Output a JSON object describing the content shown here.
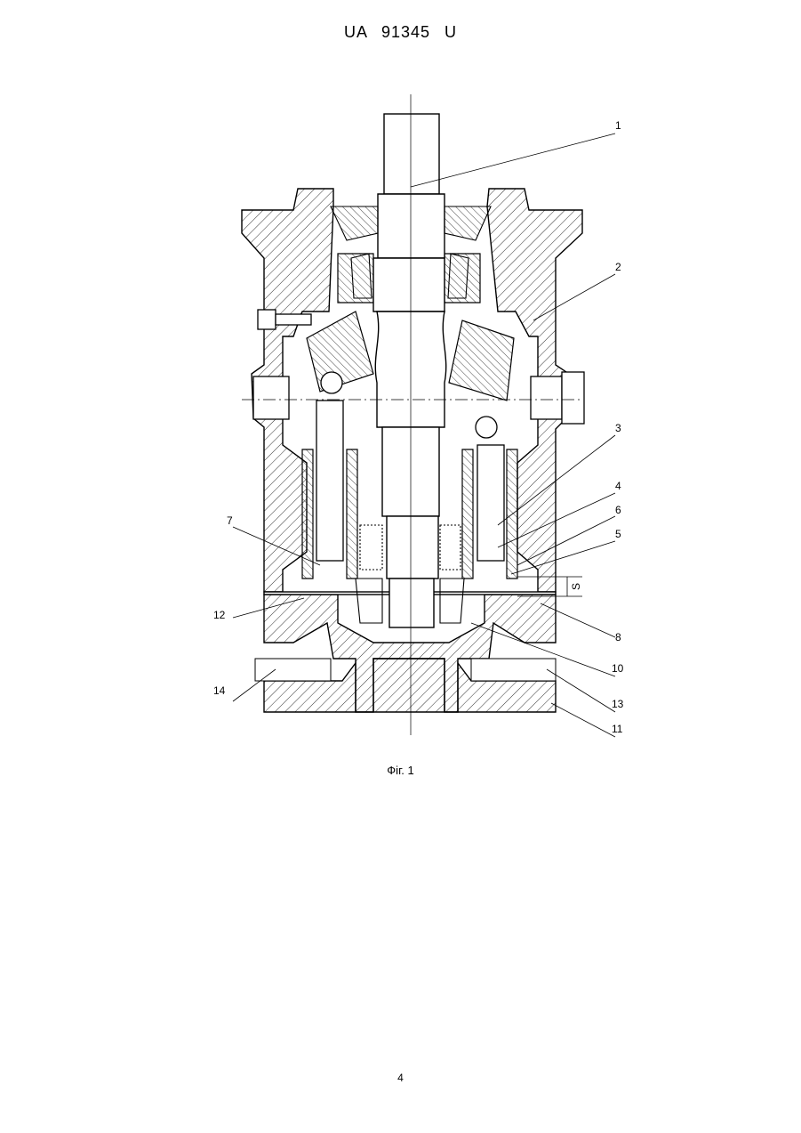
{
  "header": {
    "patent_number": "UA   91345   U"
  },
  "figure": {
    "caption": "Фіг. 1",
    "dimension_label": "S",
    "callouts": [
      "1",
      "2",
      "3",
      "4",
      "5",
      "6",
      "7",
      "8",
      "10",
      "11",
      "12",
      "13",
      "14"
    ]
  },
  "page_number": "4"
}
